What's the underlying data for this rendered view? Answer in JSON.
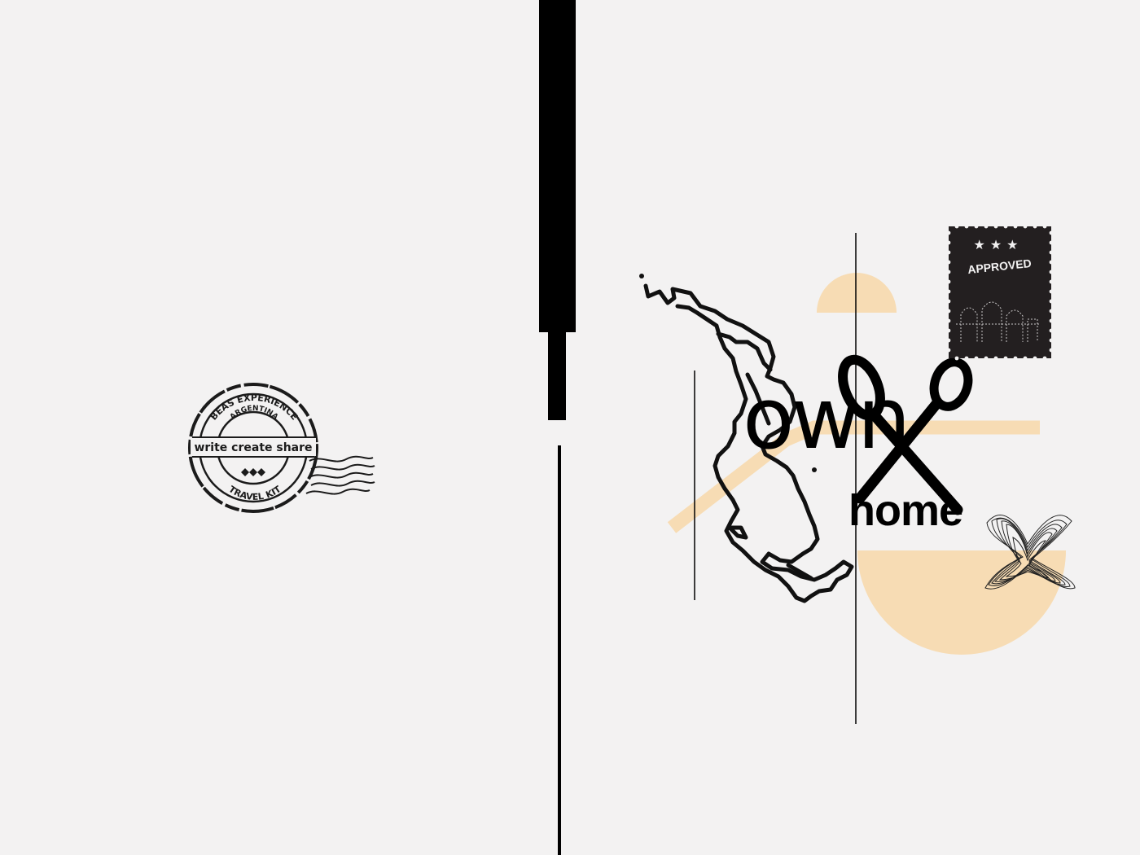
{
  "colors": {
    "background": "#f3f2f2",
    "ink": "#000000",
    "peach": "#f7dcb4",
    "stamp_dark": "#231f20"
  },
  "postmark": {
    "top_arc_text": "BEAS EXPERIENCE",
    "inner_arc_text": "ARGENTINA",
    "center_text": "write create share",
    "bottom_arc_text": "TRAVEL KIT"
  },
  "approved_stamp": {
    "label": "APPROVED",
    "stars": "★★★"
  },
  "headline": {
    "own": "own",
    "home": "home"
  },
  "icons": [
    "postmark-icon",
    "scissors-icon",
    "argentina-map-icon",
    "approved-stamp-icon",
    "scribble-x-icon"
  ]
}
